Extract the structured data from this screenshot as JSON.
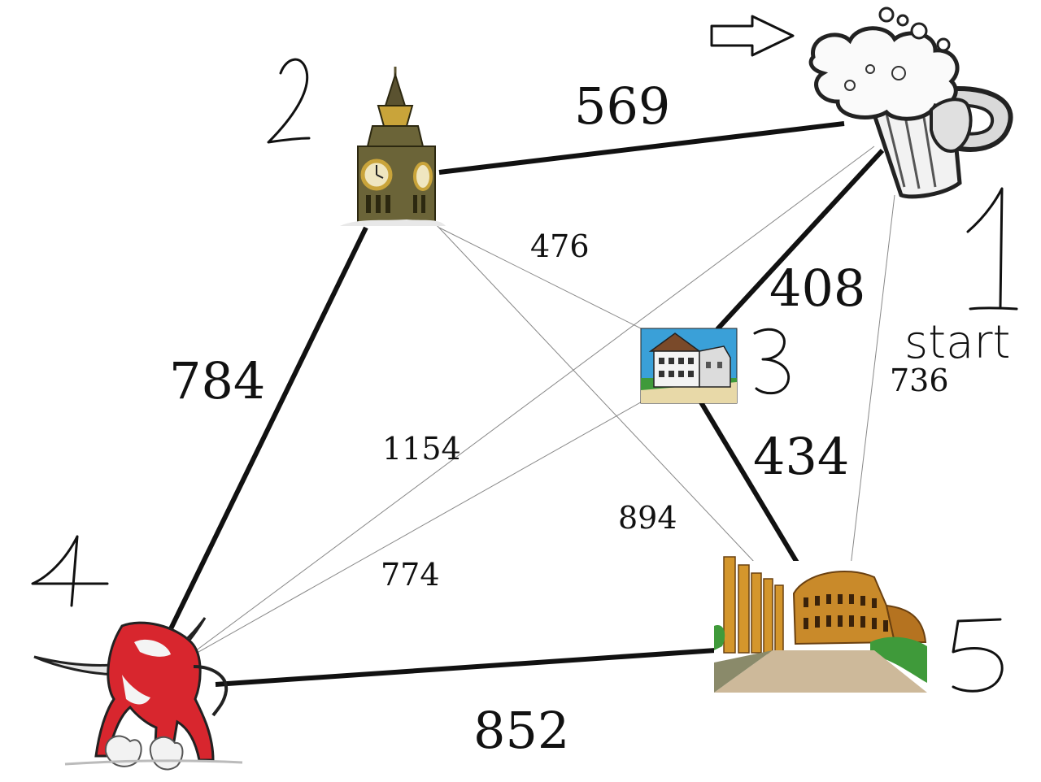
{
  "nodes": [
    {
      "id": 1,
      "label": "1",
      "icon": "beer-mug-icon",
      "note": "start"
    },
    {
      "id": 2,
      "label": "2",
      "icon": "big-ben-icon"
    },
    {
      "id": 3,
      "label": "3",
      "icon": "house-icon"
    },
    {
      "id": 4,
      "label": "4",
      "icon": "bull-icon"
    },
    {
      "id": 5,
      "label": "5",
      "icon": "colosseum-icon"
    }
  ],
  "edges": [
    {
      "from": 1,
      "to": 2,
      "weight": "569",
      "style": "bold"
    },
    {
      "from": 1,
      "to": 3,
      "weight": "408",
      "style": "bold"
    },
    {
      "from": 3,
      "to": 5,
      "weight": "434",
      "style": "bold"
    },
    {
      "from": 2,
      "to": 4,
      "weight": "784",
      "style": "bold"
    },
    {
      "from": 4,
      "to": 5,
      "weight": "852",
      "style": "bold"
    },
    {
      "from": 2,
      "to": 3,
      "weight": "476",
      "style": "thin"
    },
    {
      "from": 1,
      "to": 4,
      "weight": "1154",
      "style": "thin"
    },
    {
      "from": 2,
      "to": 5,
      "weight": "894",
      "style": "thin"
    },
    {
      "from": 3,
      "to": 4,
      "weight": "774",
      "style": "thin"
    },
    {
      "from": 1,
      "to": 5,
      "weight": "736",
      "style": "thin"
    }
  ],
  "colors": {
    "edge": "#111111",
    "bull": "#d8262e",
    "tower": "#6b6438",
    "tower_gold": "#c9a43a",
    "colosseum": "#c98a2a",
    "house_sky": "#3aa0d8",
    "grass": "#3f9a3a"
  }
}
